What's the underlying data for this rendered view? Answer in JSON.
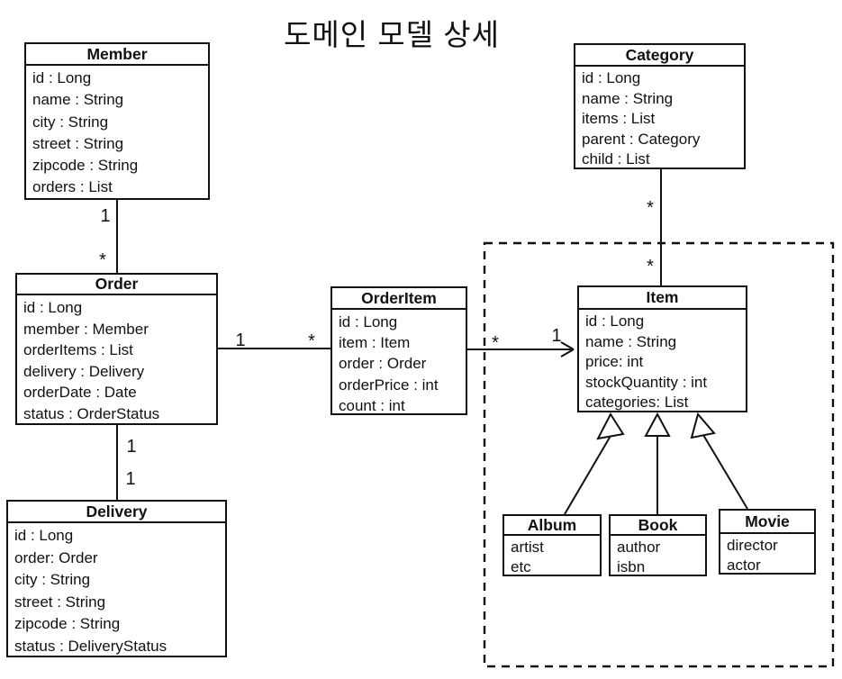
{
  "title": "도메인 모델 상세",
  "classes": [
    {
      "name": "Member",
      "attributes": [
        "id : Long",
        "name : String",
        "city : String",
        "street : String",
        "zipcode : String",
        "orders : List"
      ]
    },
    {
      "name": "Order",
      "attributes": [
        "id : Long",
        "member : Member",
        "orderItems : List",
        "delivery : Delivery",
        "orderDate : Date",
        "status : OrderStatus"
      ]
    },
    {
      "name": "OrderItem",
      "attributes": [
        "id : Long",
        "item : Item",
        "order : Order",
        "orderPrice : int",
        "count : int"
      ]
    },
    {
      "name": "Category",
      "attributes": [
        "id : Long",
        "name : String",
        "items : List",
        "parent : Category",
        "child : List"
      ]
    },
    {
      "name": "Item",
      "attributes": [
        "id : Long",
        "name : String",
        "price: int",
        "stockQuantity : int",
        "categories: List"
      ]
    },
    {
      "name": "Delivery",
      "attributes": [
        "id : Long",
        "order: Order",
        "city : String",
        "street : String",
        "zipcode : String",
        "status : DeliveryStatus"
      ]
    },
    {
      "name": "Album",
      "attributes": [
        "artist",
        "etc"
      ]
    },
    {
      "name": "Book",
      "attributes": [
        "author",
        "isbn"
      ]
    },
    {
      "name": "Movie",
      "attributes": [
        "director",
        "actor"
      ]
    }
  ],
  "multiplicities": {
    "member_order": {
      "member_end": "1",
      "order_end": "*"
    },
    "order_orderitem": {
      "order_end": "1",
      "orderitem_end": "*"
    },
    "orderitem_item": {
      "orderitem_end": "*",
      "item_end": "1"
    },
    "category_item": {
      "category_end": "*",
      "item_end": "*"
    },
    "order_delivery": {
      "order_end": "1",
      "delivery_end": "1"
    }
  },
  "colors": {
    "line": "#111111",
    "background": "#ffffff"
  }
}
